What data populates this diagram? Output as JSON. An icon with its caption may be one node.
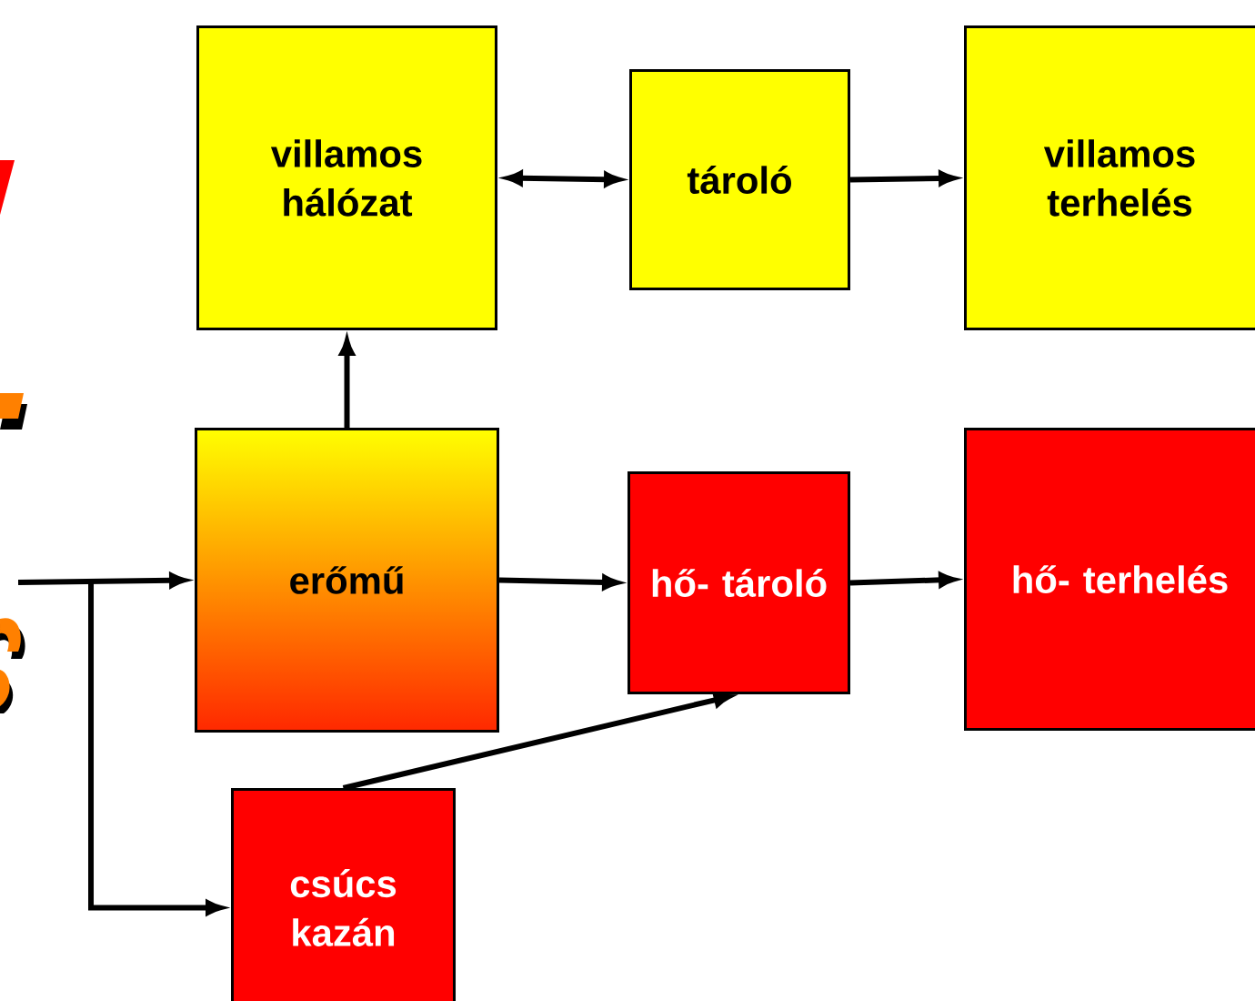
{
  "diagram": {
    "nodes": [
      {
        "text": [
          "villamos hálózat"
        ]
      },
      {
        "text": [
          "tároló"
        ]
      },
      {
        "text": [
          "villamos terhelés"
        ]
      },
      {
        "text": [
          "erőmű"
        ]
      },
      {
        "text": [
          "hő- tároló"
        ]
      },
      {
        "text": [
          "hő- terhelés"
        ]
      },
      {
        "text": [
          "csúcs kazán"
        ]
      }
    ],
    "edges": [
      {
        "from": 0,
        "to": 1,
        "arrow": "both"
      },
      {
        "from": 1,
        "to": 2,
        "arrow": "to"
      },
      {
        "from": 3,
        "to": 0,
        "arrow": "to"
      },
      {
        "from": 3,
        "to": 4,
        "arrow": "to"
      },
      {
        "from": 4,
        "to": 5,
        "arrow": "to"
      },
      {
        "from": null,
        "to": 3,
        "arrow": "to"
      },
      {
        "from": null,
        "to": 6,
        "arrow": "to"
      },
      {
        "from": 6,
        "to": 4,
        "arrow": "to"
      }
    ]
  }
}
